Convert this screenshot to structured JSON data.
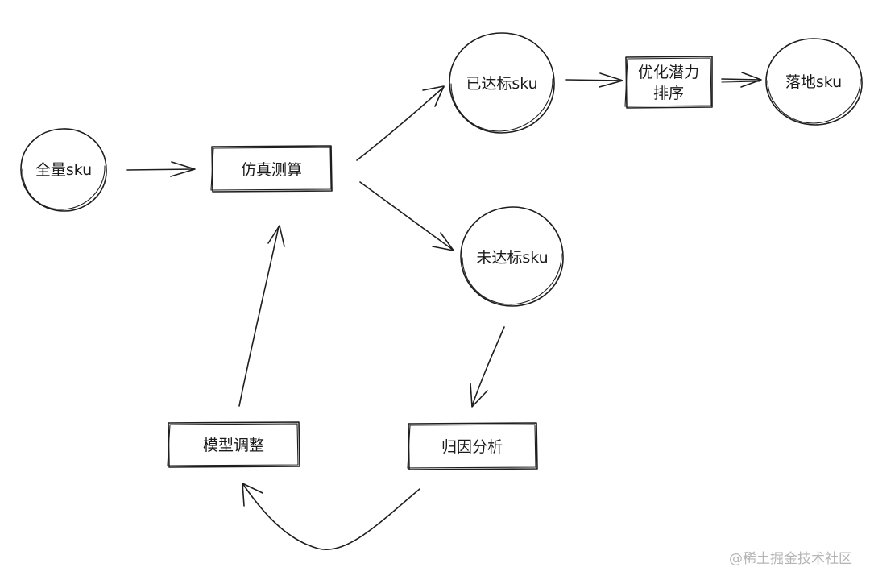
{
  "nodes": {
    "all_sku": "全量sku",
    "simulation": "仿真测算",
    "reached": "已达标sku",
    "optimize_line1": "优化潜力",
    "optimize_line2": "排序",
    "landing": "落地sku",
    "not_reached": "未达标sku",
    "attribution": "归因分析",
    "model_adjust": "模型调整"
  },
  "watermark": "@稀土掘金技术社区"
}
